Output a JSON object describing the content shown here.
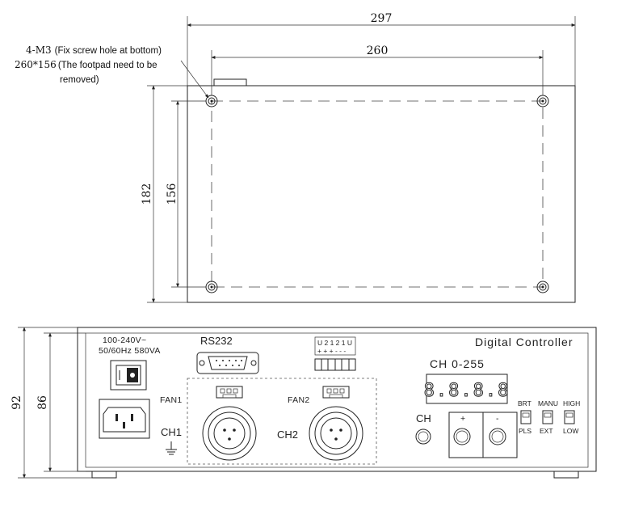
{
  "top_view": {
    "dim_width_outer": "297",
    "dim_width_holes": "260",
    "dim_height_outer": "182",
    "dim_height_holes": "156",
    "note_line1_code": "4-M3",
    "note_line1_text": "(Fix screw hole at bottom)",
    "note_line2_code": "260*156",
    "note_line2_text": "(The footpad need to be",
    "note_line3": "removed)"
  },
  "front_view": {
    "dim_height_outer": "92",
    "dim_height_inner": "86",
    "power_label_1": "100-240V~",
    "power_label_2": "50/60Hz  580VA",
    "switch_symbol": "I O",
    "rs232_label": "RS232",
    "dip_top": "U 2 1 2 1 U",
    "dip_signs": "+ + + - - -",
    "brand": "Digital  Controller",
    "range_label": "CH  0-255",
    "display_value": "8.8.8.8",
    "fan1": "FAN1",
    "fan2": "FAN2",
    "ch1": "CH1",
    "ch2": "CH2",
    "ch": "CH",
    "plus": "+",
    "minus": "-",
    "sw_brt": "BRT",
    "sw_pls": "PLS",
    "sw_manu": "MANU",
    "sw_ext": "EXT",
    "sw_high": "HIGH",
    "sw_low": "LOW"
  }
}
